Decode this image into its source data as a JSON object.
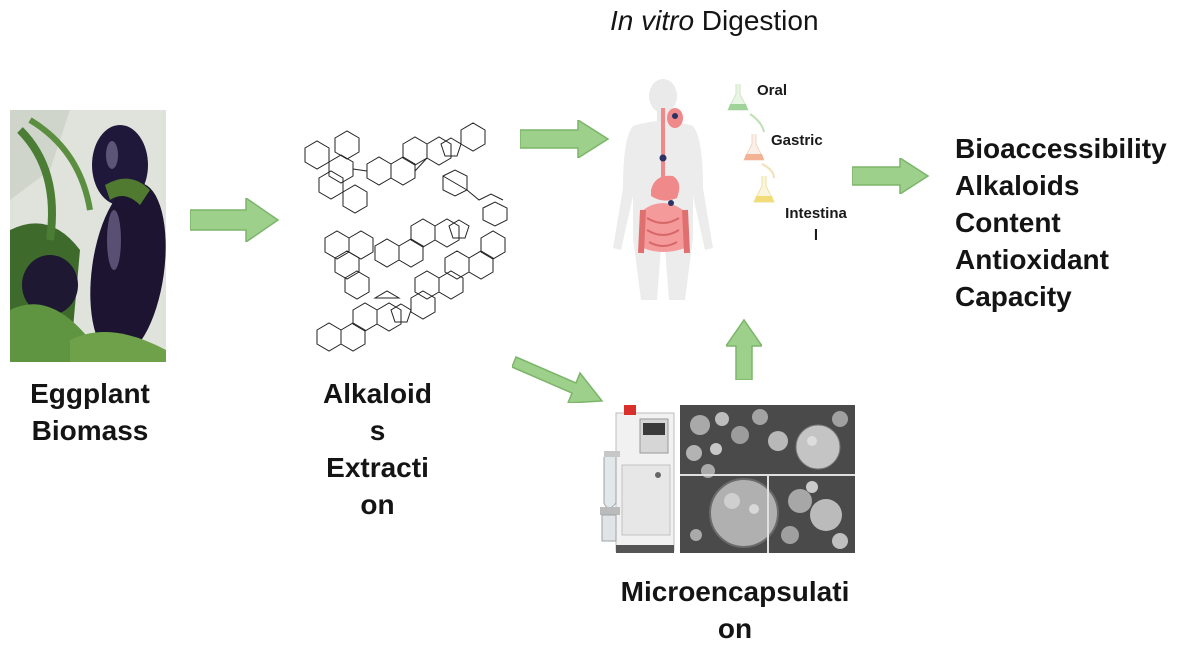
{
  "stages": {
    "biomass": {
      "line1": "Eggplant",
      "line2": "Biomass"
    },
    "extraction": {
      "line1": "Alkaloid",
      "line2": "s",
      "line3": "Extracti",
      "line4": "on"
    },
    "digestion": {
      "title_italic": "In vitro",
      "title_rest": " Digestion",
      "phases": {
        "oral": "Oral",
        "gastric": "Gastric",
        "intestinal_1": "Intestina",
        "intestinal_2": "l"
      }
    },
    "encapsulation": {
      "line1": "Microencapsulati",
      "line2": "on"
    },
    "outcomes": {
      "line1": "Bioaccessibility",
      "line2": "Alkaloids",
      "line3": "Content",
      "line4": "Antioxidant",
      "line5": "Capacity"
    }
  },
  "colors": {
    "arrow_fill": "#9dd08b",
    "arrow_stroke": "#7cb56a",
    "organ": "#f08a8a"
  }
}
